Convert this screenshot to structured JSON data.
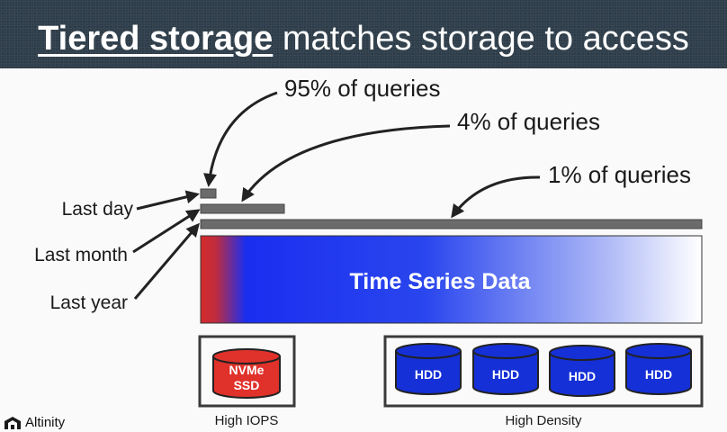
{
  "title": {
    "bold": "Tiered storage",
    "rest": "matches storage to access"
  },
  "query_callouts": [
    "95% of queries",
    "4% of queries",
    "1% of queries"
  ],
  "time_ranges": [
    "Last day",
    "Last month",
    "Last year"
  ],
  "data_bar_label": "Time Series Data",
  "tiers": [
    {
      "label": "High IOPS",
      "disks": [
        {
          "line1": "NVMe",
          "line2": "SSD",
          "color": "#e0312b"
        }
      ]
    },
    {
      "label": "High Density",
      "disks": [
        {
          "line1": "HDD",
          "color": "#1530d6"
        },
        {
          "line1": "HDD",
          "color": "#1530d6"
        },
        {
          "line1": "HDD",
          "color": "#1530d6"
        },
        {
          "line1": "HDD",
          "color": "#1530d6"
        }
      ]
    }
  ],
  "logo": {
    "text": "Altinity",
    "icon": "altinity-logo-icon"
  },
  "colors": {
    "header_bg": "#2f3f4b",
    "bar": "#6b6b6b",
    "gradient_start": "#d42b2b",
    "gradient_mid": "#1a2ef0",
    "gradient_end": "#ffffff"
  }
}
